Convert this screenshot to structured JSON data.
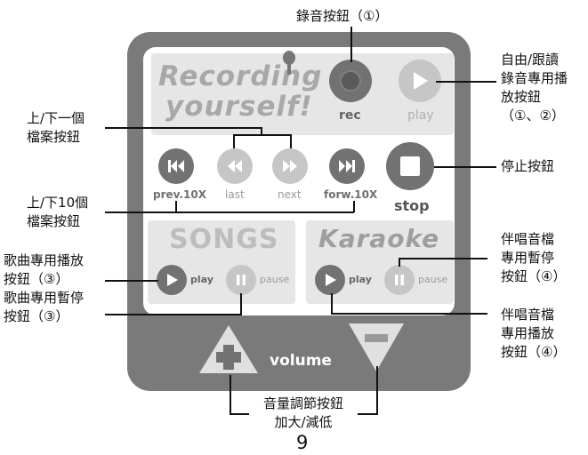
{
  "callouts": {
    "record_button": "錄音按鈕（①）",
    "free_follow_play": "自由/跟讀\n錄音專用播\n放按鈕\n（①、②）",
    "prev_next_file": "上/下一個\n檔案按鈕",
    "stop_button": "停止按鈕",
    "prev_next_10": "上/下10個\n檔案按鈕",
    "song_play": "歌曲專用播放\n按鈕（③）",
    "song_pause": "歌曲專用暫停\n按鈕（③）",
    "karaoke_pause": "伴唱音檔\n專用暫停\n按鈕（④）",
    "karaoke_play": "伴唱音檔\n專用播放\n按鈕（④）",
    "volume_adjust": "音量調節按鈕\n加大/減低"
  },
  "device": {
    "logo_line1": "Recording",
    "logo_line2": "yourself!",
    "rec_label": "rec",
    "play_label": "play",
    "prev10_label": "prev.10X",
    "last_label": "last",
    "next_label": "next",
    "forw10_label": "forw.10X",
    "stop_label": "stop",
    "songs_title": "SONGS",
    "songs_play_label": "play",
    "songs_pause_label": "pause",
    "karaoke_title": "Karaoke",
    "karaoke_play_label": "play",
    "karaoke_pause_label": "pause",
    "volume_label": "volume"
  },
  "page_number": "9",
  "colors": {
    "device_body": "#7a7a7a",
    "button_dark": "#727272",
    "button_light": "#c6c6c6",
    "card": "#e6e6e6"
  }
}
